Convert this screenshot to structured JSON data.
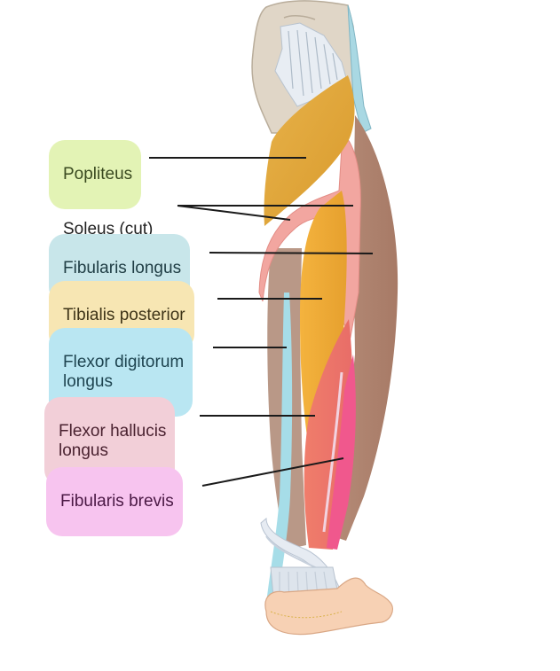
{
  "diagram": {
    "type": "anatomical illustration",
    "subject": "Posterior deep muscles of the leg (lateral/posterior view)",
    "labels": [
      {
        "id": "popliteus",
        "text": "Popliteus",
        "highlight": "#e3f3b5",
        "text_color": "#3a4a20",
        "target": [
          345,
          178
        ]
      },
      {
        "id": "soleus",
        "text": "Soleus (cut)",
        "highlight": "none",
        "text_color": "#222222",
        "targets": [
          [
            398,
            232
          ],
          [
            327,
            248
          ]
        ]
      },
      {
        "id": "fibularis-longus",
        "text": "Fibularis longus",
        "highlight": "#c8e6ea",
        "text_color": "#1f3d44",
        "target": [
          420,
          286
        ]
      },
      {
        "id": "tibialis-posterior",
        "text": "Tibialis posterior",
        "highlight": "#f7e6b3",
        "text_color": "#3e3418",
        "target": [
          363,
          337
        ]
      },
      {
        "id": "flexor-digitorum-longus",
        "text": "Flexor digitorum\nlongus",
        "highlight": "#b9e6f2",
        "text_color": "#1e4450",
        "target": [
          323,
          392
        ]
      },
      {
        "id": "flexor-hallucis-longus",
        "text": "Flexor hallucis\nlongus",
        "highlight": "#f2cfd8",
        "text_color": "#4a2230",
        "target": [
          355,
          469
        ]
      },
      {
        "id": "fibularis-brevis",
        "text": "Fibularis brevis",
        "highlight": "#f7c4ef",
        "text_color": "#4a1844",
        "target": [
          387,
          517
        ]
      }
    ]
  }
}
